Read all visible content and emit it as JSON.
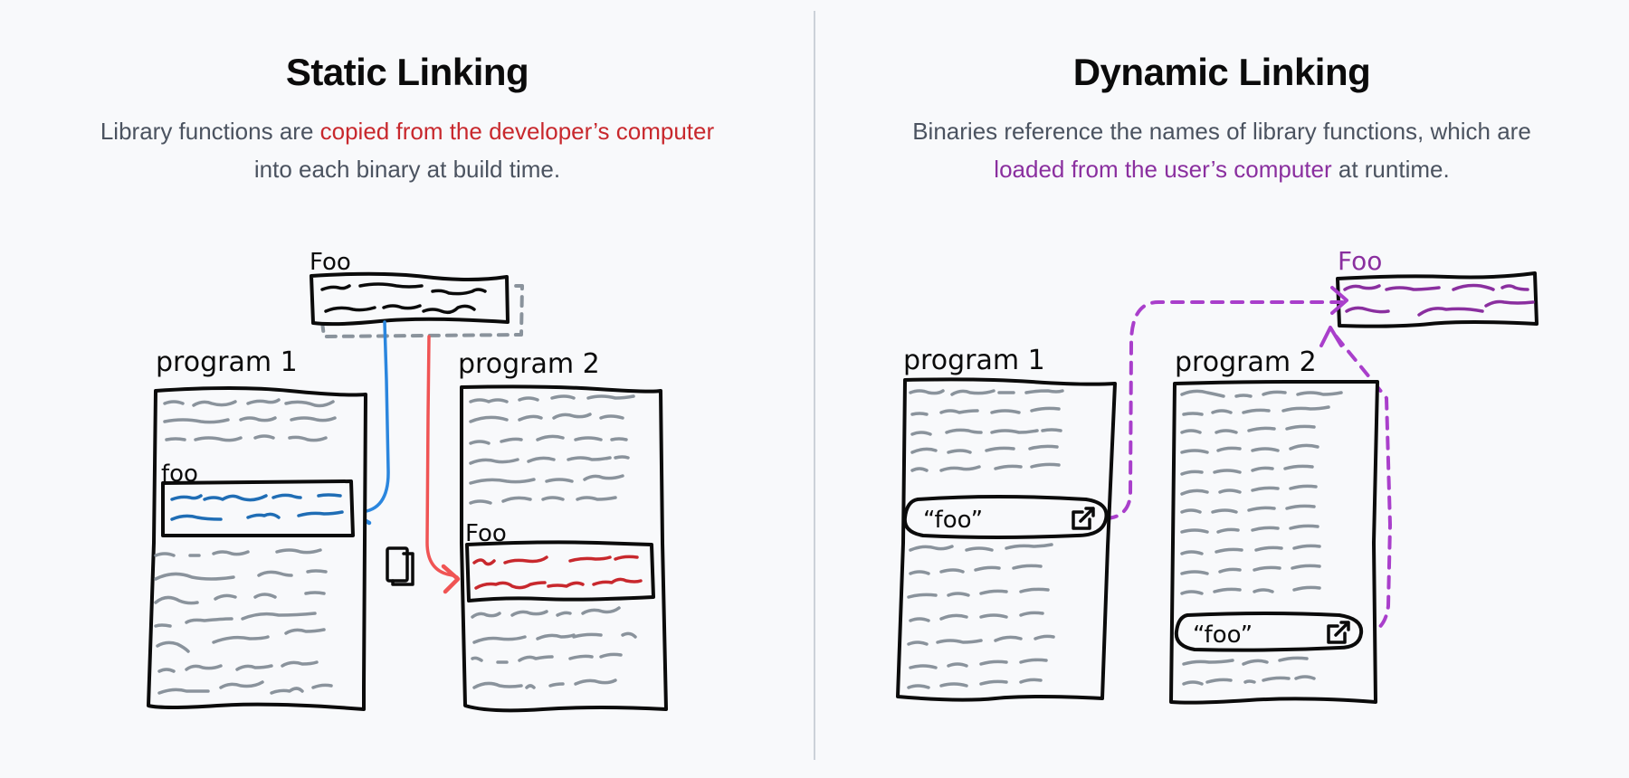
{
  "static": {
    "title": "Static Linking",
    "desc_prefix": "Library functions are ",
    "desc_highlight": "copied from the developer’s computer",
    "desc_suffix": " into each binary at build time.",
    "highlight_color": "#c8282d",
    "library_label": "Foo",
    "program1_label": "program 1",
    "program2_label": "program 2",
    "program1_func_label": "foo",
    "program2_func_label": "Foo",
    "arrow_colors": {
      "to_program1": "#2b86de",
      "to_program2": "#f05454"
    }
  },
  "dynamic": {
    "title": "Dynamic Linking",
    "desc_prefix": "Binaries reference the names of library functions, which are ",
    "desc_highlight": "loaded from the user’s computer",
    "desc_suffix": " at runtime.",
    "highlight_color": "#8a2f9f",
    "library_label": "Foo",
    "program1_label": "program 1",
    "program2_label": "program 2",
    "program1_ref": "“foo”",
    "program2_ref": "“foo”",
    "ref_icon": "external-link-icon",
    "arrow_color": "#a93fcb"
  },
  "colors": {
    "background": "#f8f9fb",
    "divider": "#ccd1d9",
    "stroke": "#0b0b0b",
    "filler_text": "#8a939c",
    "static_func_program1": "#1f6db5",
    "static_func_program2": "#c8282d",
    "dynamic_func": "#8a2f9f"
  }
}
